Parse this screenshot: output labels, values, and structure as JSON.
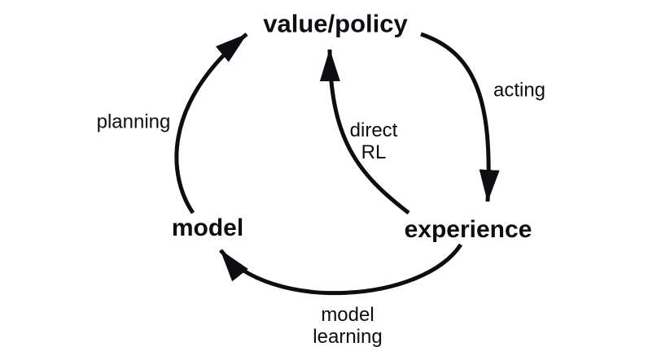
{
  "diagram": {
    "nodes": [
      {
        "name": "value-policy",
        "label": "value/policy",
        "position": "top"
      },
      {
        "name": "model",
        "label": "model",
        "position": "bottom-left"
      },
      {
        "name": "experience",
        "label": "experience",
        "position": "bottom-right"
      }
    ],
    "edges": [
      {
        "name": "planning",
        "from": "model",
        "to": "value-policy",
        "label": "planning"
      },
      {
        "name": "acting",
        "from": "value-policy",
        "to": "experience",
        "label": "acting"
      },
      {
        "name": "direct-rl",
        "from": "experience",
        "to": "value-policy",
        "label_lines": [
          "direct",
          "RL"
        ]
      },
      {
        "name": "model-learning",
        "from": "experience",
        "to": "model",
        "label_lines": [
          "model",
          "learning"
        ]
      }
    ],
    "colors": {
      "ink": "#0d0d12",
      "background": "#ffffff"
    }
  }
}
